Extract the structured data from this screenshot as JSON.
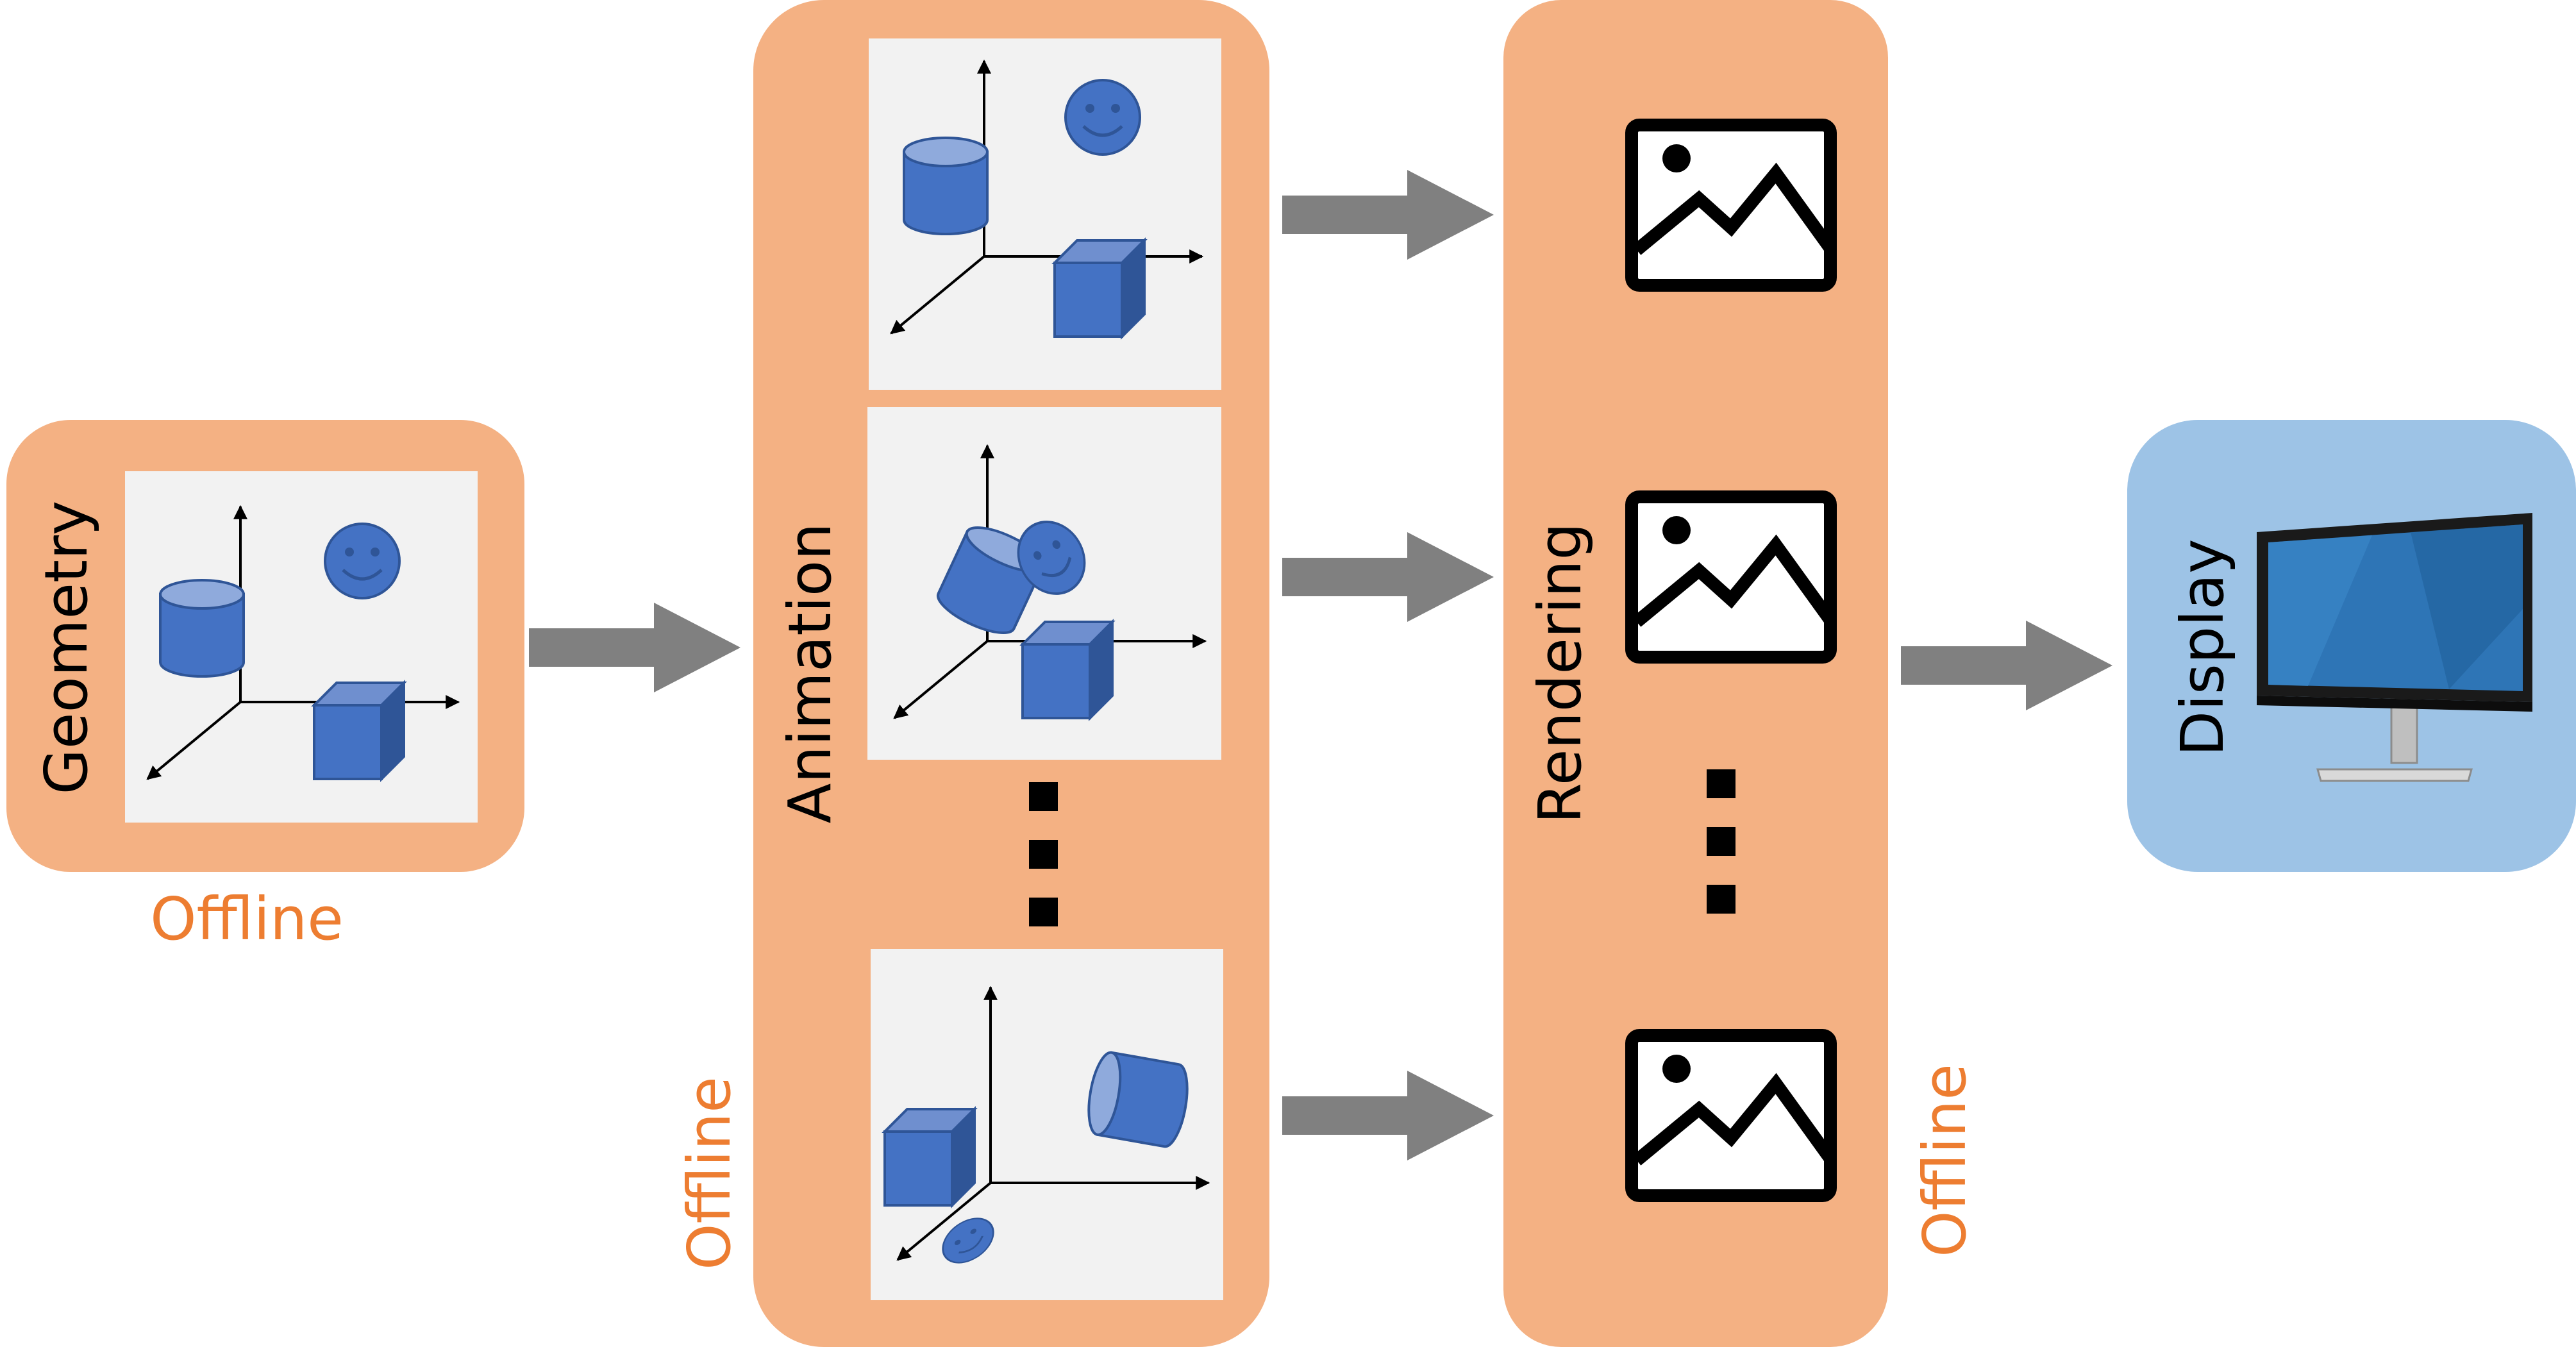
{
  "stages": {
    "geometry": {
      "label": "Geometry",
      "note": "Offline"
    },
    "animation": {
      "label": "Animation",
      "note": "Offline"
    },
    "rendering": {
      "label": "Rendering",
      "note": "Offline"
    },
    "display": {
      "label": "Display"
    }
  },
  "colors": {
    "stage_fill": "#F4B183",
    "display_fill": "#9DC3E6",
    "panel_fill": "#F2F2F2",
    "arrow_fill": "#808080",
    "offline_text": "#ED7D31",
    "shape_blue": "#4472C4",
    "shape_blue_dark": "#2F5597",
    "shape_blue_light": "#8FAADC",
    "ink": "#000000"
  },
  "icons": {
    "frame": "image-icon",
    "ellipsis": "vertical-ellipsis-icon",
    "monitor": "monitor-icon",
    "cylinder": "cylinder-icon",
    "cube": "cube-icon",
    "smiley": "smiley-icon",
    "axes": "axes-icon"
  }
}
